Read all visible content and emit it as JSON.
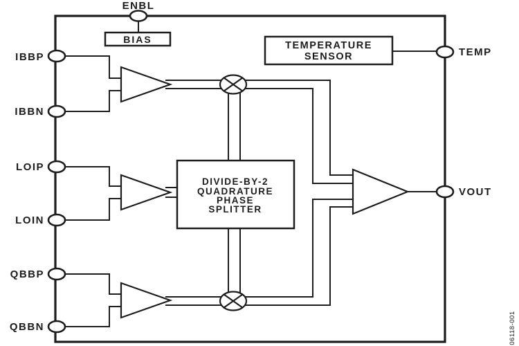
{
  "figure": {
    "watermark": "06118-001",
    "pins": {
      "enbl": "ENBL",
      "ibbp": "IBBP",
      "ibbn": "IBBN",
      "loip": "LOIP",
      "loin": "LOIN",
      "qbbp": "QBBP",
      "qbbn": "QBBN",
      "temp": "TEMP",
      "vout": "VOUT"
    },
    "blocks": {
      "bias": "BIAS",
      "temp_sensor": {
        "line1": "TEMPERATURE",
        "line2": "SENSOR"
      },
      "splitter": {
        "line1": "DIVIDE-BY-2",
        "line2": "QUADRATURE",
        "line3": "PHASE",
        "line4": "SPLITTER"
      }
    },
    "colors": {
      "line": "#1c1c1c",
      "background": "#ffffff",
      "text": "#1c1c1c",
      "watermark": "#7d7d7d"
    }
  }
}
